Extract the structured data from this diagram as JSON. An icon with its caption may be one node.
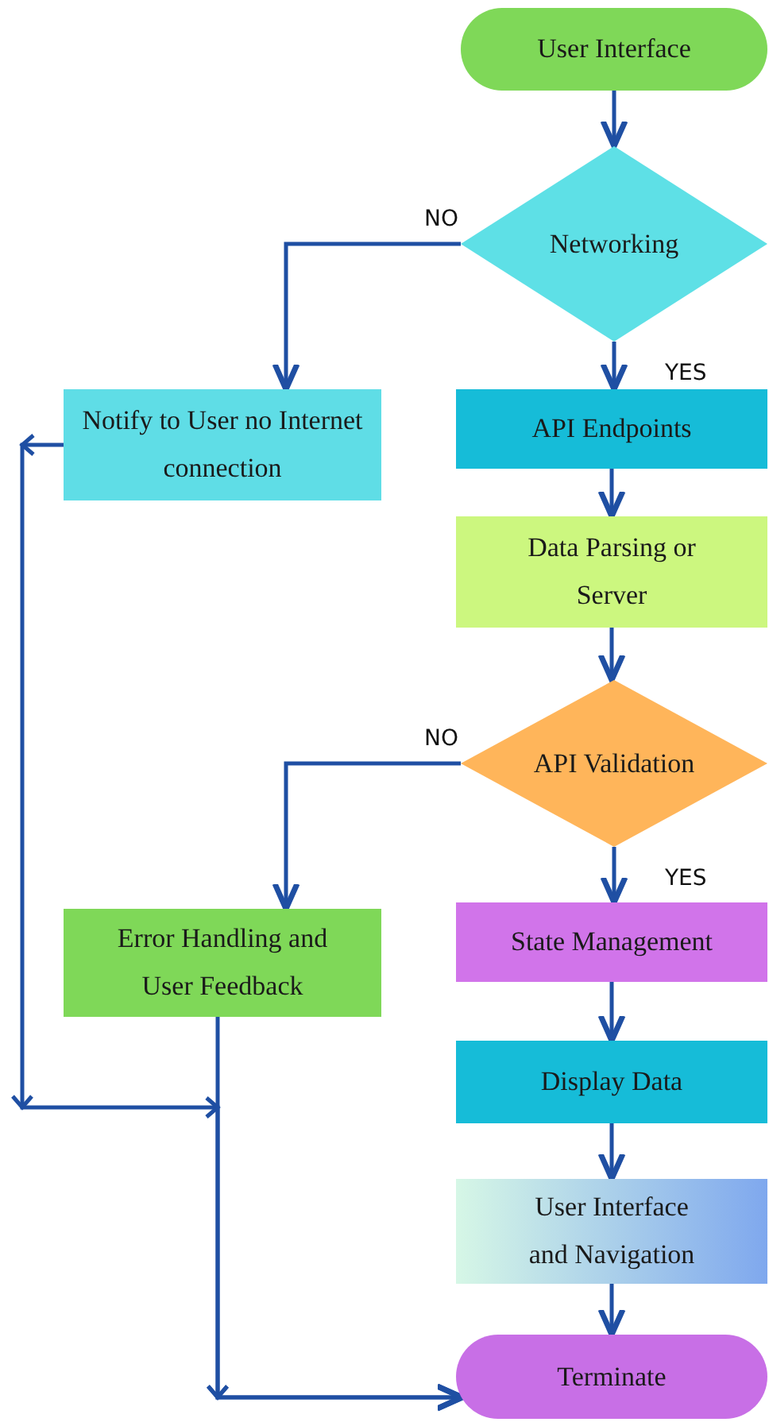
{
  "diagram": {
    "nodes": [
      {
        "text": [
          "User Interface"
        ]
      },
      {
        "text": [
          "Networking"
        ]
      },
      {
        "text": [
          "Notify to User no Internet connection"
        ]
      },
      {
        "text": [
          "API Endpoints"
        ]
      },
      {
        "text": [
          "Data Parsing or Server"
        ]
      },
      {
        "text": [
          "API Validation"
        ]
      },
      {
        "text": [
          "Error Handling and User Feedback"
        ]
      },
      {
        "text": [
          "State Management"
        ]
      },
      {
        "text": [
          "Display Data"
        ]
      },
      {
        "text": [
          "User Interface and Navigation"
        ]
      },
      {
        "text": [
          "Terminate"
        ]
      }
    ],
    "edges": [
      {
        "from": 0,
        "to": 1,
        "arrow": "to"
      },
      {
        "from": 1,
        "to": 2,
        "arrow": "to",
        "label": "NO"
      },
      {
        "from": 1,
        "to": 3,
        "arrow": "to",
        "label": "YES"
      },
      {
        "from": 3,
        "to": 4,
        "arrow": "to"
      },
      {
        "from": 4,
        "to": 5,
        "arrow": "to"
      },
      {
        "from": 5,
        "to": 6,
        "arrow": "to",
        "label": "NO"
      },
      {
        "from": 5,
        "to": 7,
        "arrow": "to",
        "label": "YES"
      },
      {
        "from": 7,
        "to": 8,
        "arrow": "to"
      },
      {
        "from": 8,
        "to": 9,
        "arrow": "to"
      },
      {
        "from": 9,
        "to": 10,
        "arrow": "to"
      },
      {
        "from": 2,
        "to": 10,
        "arrow": "to"
      },
      {
        "from": 6,
        "to": 10,
        "arrow": "to"
      }
    ]
  }
}
